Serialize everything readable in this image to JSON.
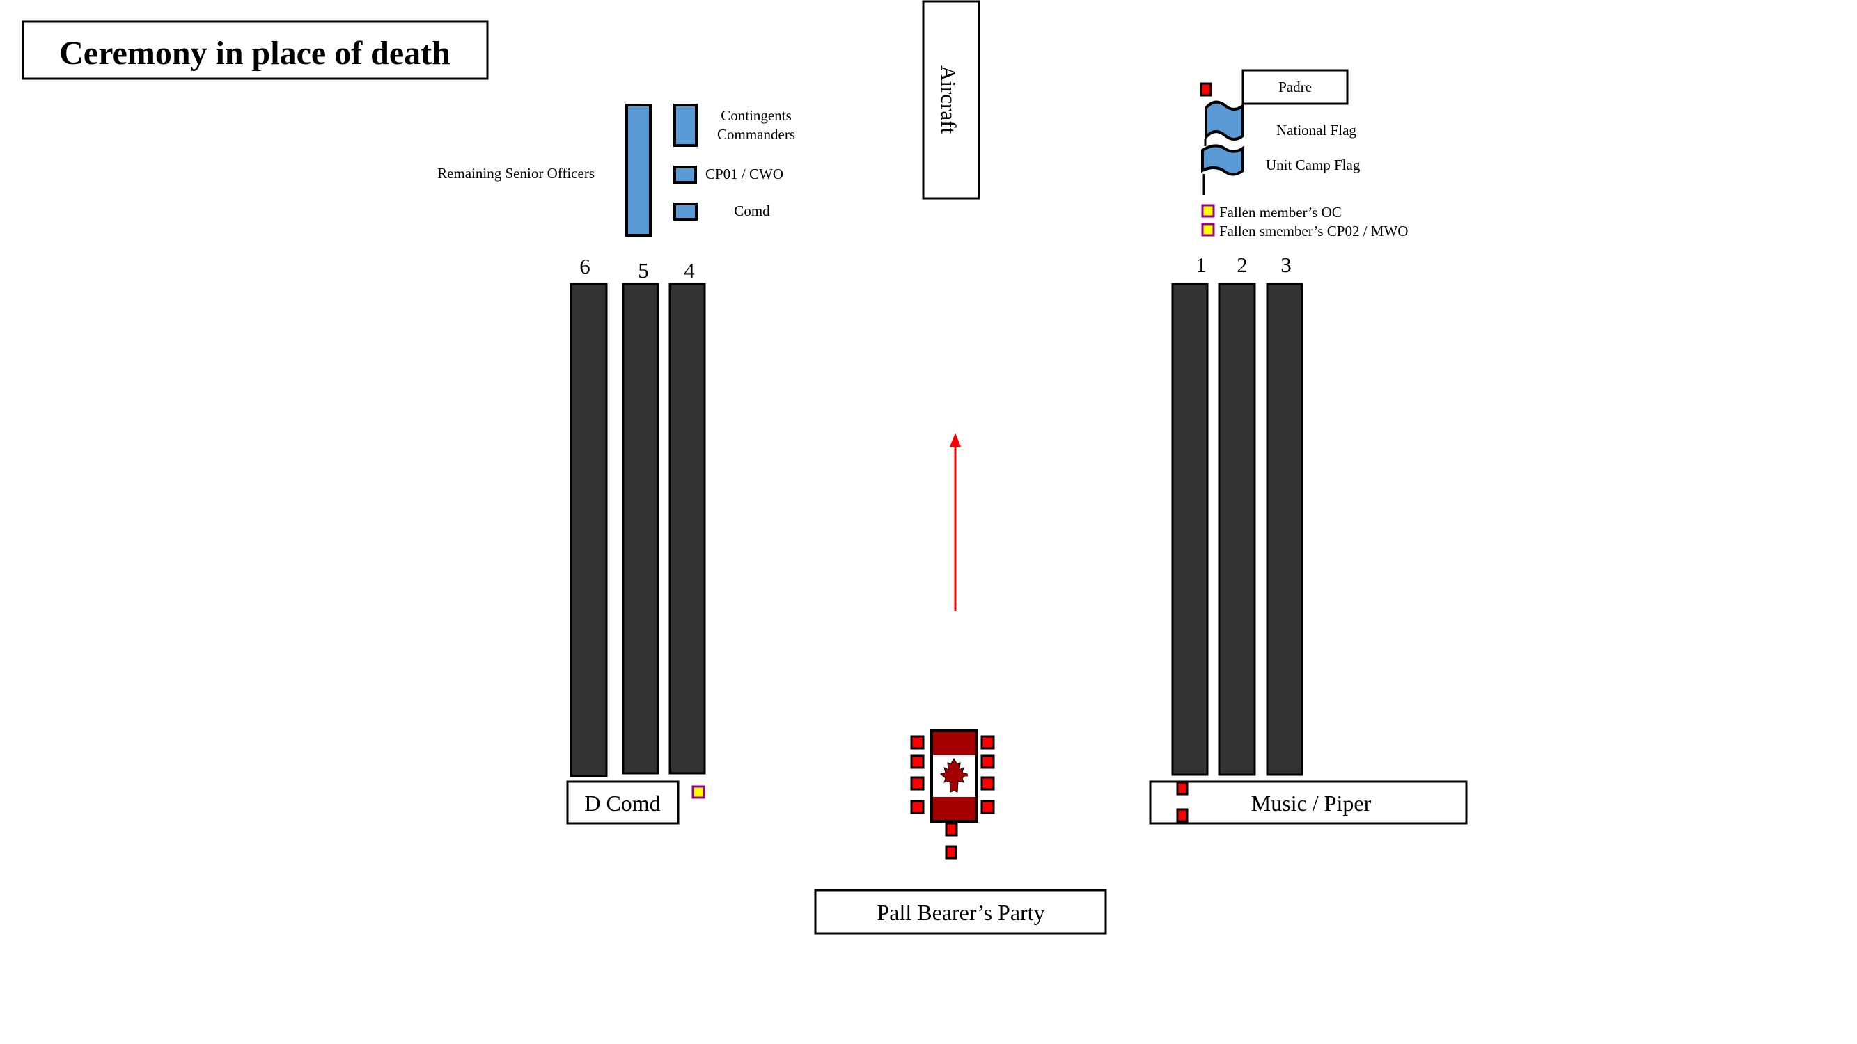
{
  "title": "Ceremony in place of death",
  "aircraft": "Aircraft",
  "left_group": {
    "remaining_senior_officers": "Remaining Senior Officers",
    "contingents_line1": "Contingents",
    "contingents_line2": "Commanders",
    "cp01_cwo": "CP01 / CWO",
    "comd": "Comd"
  },
  "right_group": {
    "padre": "Padre",
    "national_flag": "National Flag",
    "unit_camp_flag": "Unit Camp Flag",
    "fallen_oc": "Fallen member’s OC",
    "fallen_cp02": "Fallen smember’s CP02 / MWO"
  },
  "column_numbers": {
    "c1": "1",
    "c2": "2",
    "c3": "3",
    "c4": "4",
    "c5": "5",
    "c6": "6"
  },
  "d_comd": "D Comd",
  "music_piper": "Music / Piper",
  "pall_bearers": "Pall Bearer’s Party",
  "colors": {
    "dark": "#333333",
    "blue": "#5b9bd5",
    "red": "#ff0000",
    "flag_red": "#a50000",
    "yellow": "#ffff00",
    "arrow": "#ff0000"
  }
}
